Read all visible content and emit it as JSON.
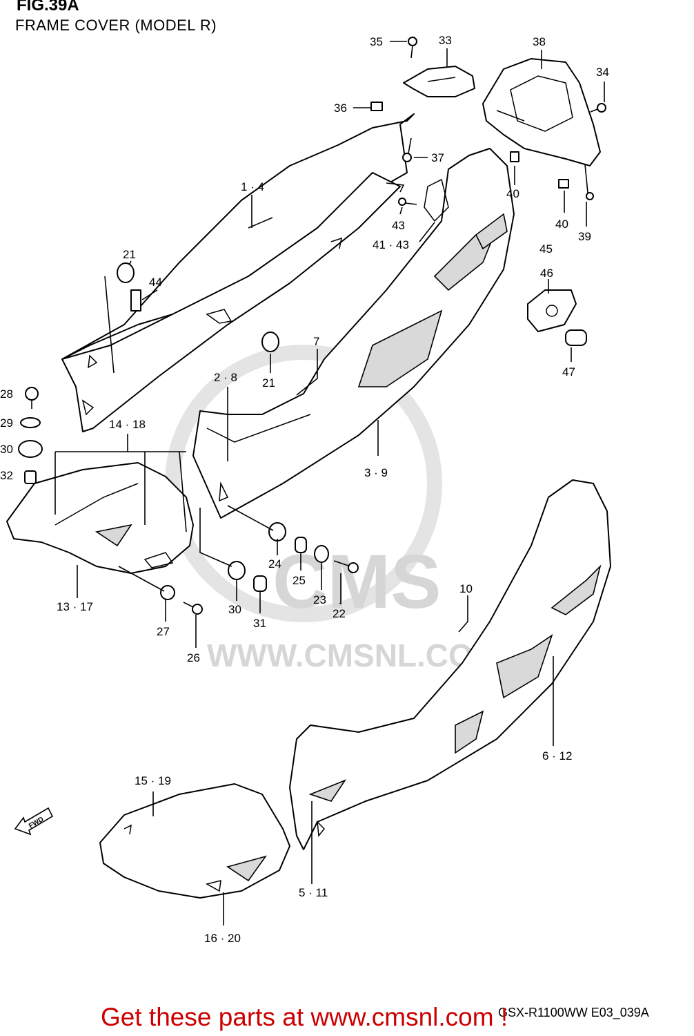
{
  "header": {
    "figure_id": "FIG.39A",
    "title": "FRAME COVER (MODEL R)"
  },
  "labels": {
    "p35": "35",
    "p33": "33",
    "p38": "38",
    "p34": "34",
    "p36": "36",
    "p37": "37",
    "p40a": "40",
    "p40b": "40",
    "p39": "39",
    "p1_4": "1 · 4",
    "p43": "43",
    "p41_43": "41 · 43",
    "p45": "45",
    "p46": "46",
    "p47": "47",
    "p21a": "21",
    "p44": "44",
    "p7": "7",
    "p2_8": "2 · 8",
    "p21b": "21",
    "p28": "28",
    "p29": "29",
    "p30a": "30",
    "p32": "32",
    "p14_18": "14 · 18",
    "p3_9": "3 · 9",
    "p24": "24",
    "p25": "25",
    "p23": "23",
    "p22": "22",
    "p13_17": "13 · 17",
    "p30b": "30",
    "p31": "31",
    "p27": "27",
    "p26": "26",
    "p10": "10",
    "p6_12": "6 · 12",
    "p15_19": "15 · 19",
    "p16_20": "16 · 20",
    "p5_11": "5 · 11"
  },
  "fwd_label": "FWD",
  "watermark": {
    "brand": "CMS",
    "url": "WWW.CMSNL.COM"
  },
  "footer": {
    "model_code": "GSX-R1100WW  E03_039A",
    "promo": "Get these parts at www.cmsnl.com !"
  },
  "colors": {
    "promo_red": "#cc0000",
    "line": "#000000",
    "watermark_gray": "#d6d6d6"
  }
}
